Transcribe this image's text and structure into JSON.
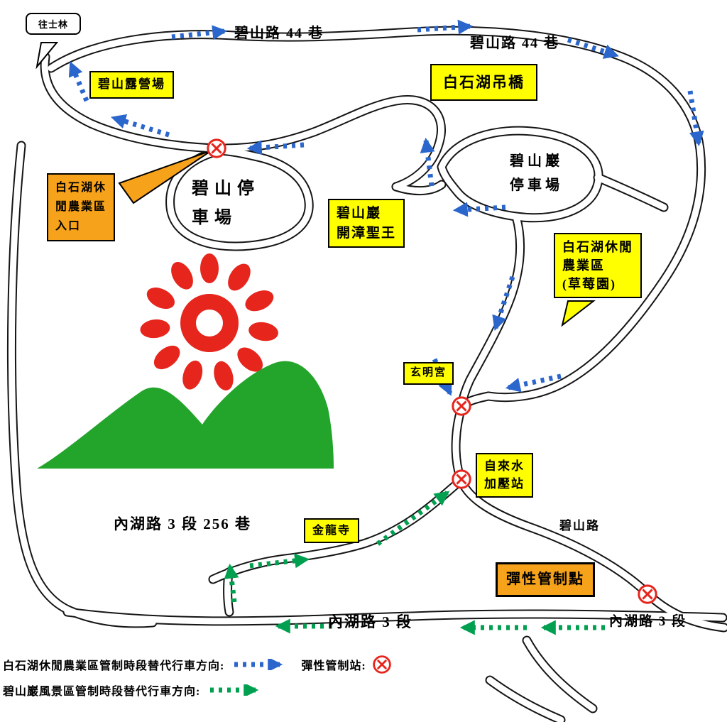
{
  "colors": {
    "road": "#151515",
    "blue_arrow": "#2a66cc",
    "green_arrow": "#00a050",
    "control_red": "#e6251d",
    "label_yellow": "#ffff00",
    "label_orange": "#f6a21a",
    "sun_red": "#e6251d",
    "mountain_green": "#23a42b"
  },
  "map": {
    "bubble_to_shilin": "往士林",
    "road_bishan44_left": "碧山路 44 巷",
    "road_bishan44_right": "碧山路 44 巷",
    "bishan_campground": "碧山露營場",
    "baishihu_bridge": "白石湖吊橋",
    "entrance": {
      "l1": "白石湖休",
      "l2": "閒農業區",
      "l3": "入口"
    },
    "bishan_parking": {
      "l1": "碧山停",
      "l2": "車場"
    },
    "bishanyan_parking": {
      "l1": "碧山巖",
      "l2": "停車場"
    },
    "bishanyan_temple": {
      "l1": "碧山巖",
      "l2": "開漳聖王"
    },
    "strawberry": {
      "l1": "白石湖休閒",
      "l2": "農業區",
      "l3": "(草莓園)"
    },
    "xuanming_temple": "玄明宮",
    "water_station": {
      "l1": "自來水",
      "l2": "加壓站"
    },
    "jinlong_temple": "金龍寺",
    "road_neihu256": "內湖路 3 段 256 巷",
    "road_bishan": "碧山路",
    "flexible_control_point": "彈性管制點",
    "road_neihu3_center": "內湖路 3 段",
    "road_neihu3_right": "內湖路 3 段"
  },
  "legend": {
    "line1_label": "白石湖休閒農業區管制時段替代行車方向:",
    "line1_station_label": "彈性管制站:",
    "line2_label": "碧山巖風景區管制時段替代行車方向:"
  }
}
